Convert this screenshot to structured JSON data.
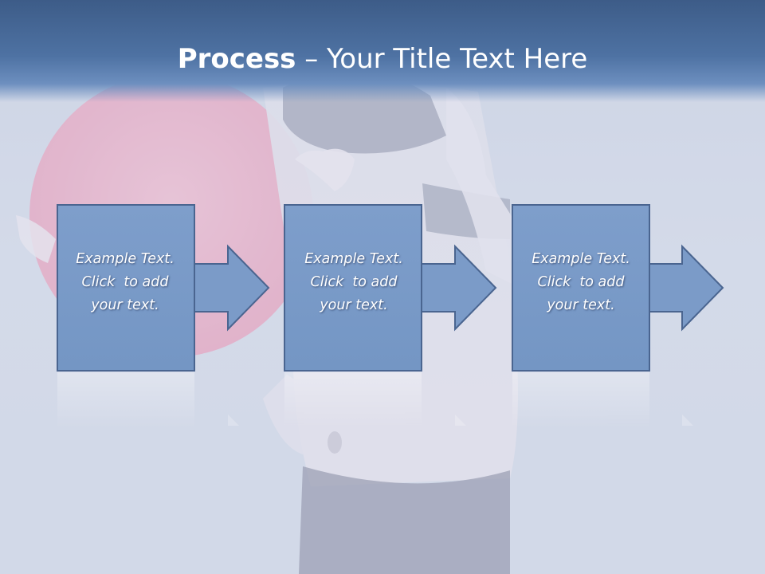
{
  "slide": {
    "title_bold": "Process",
    "title_rest": " – Your Title Text Here"
  },
  "steps": [
    {
      "lines": [
        "Example Text.",
        "Click  to add",
        "your text."
      ]
    },
    {
      "lines": [
        "Example Text.",
        "Click  to add",
        "your text."
      ]
    },
    {
      "lines": [
        "Example Text.",
        "Click  to add",
        "your text."
      ]
    }
  ],
  "colors": {
    "shape_fill": "#7b9bc8",
    "shape_border": "#4a6590",
    "title_bar": "#4a6a99",
    "title_text": "#ffffff"
  }
}
